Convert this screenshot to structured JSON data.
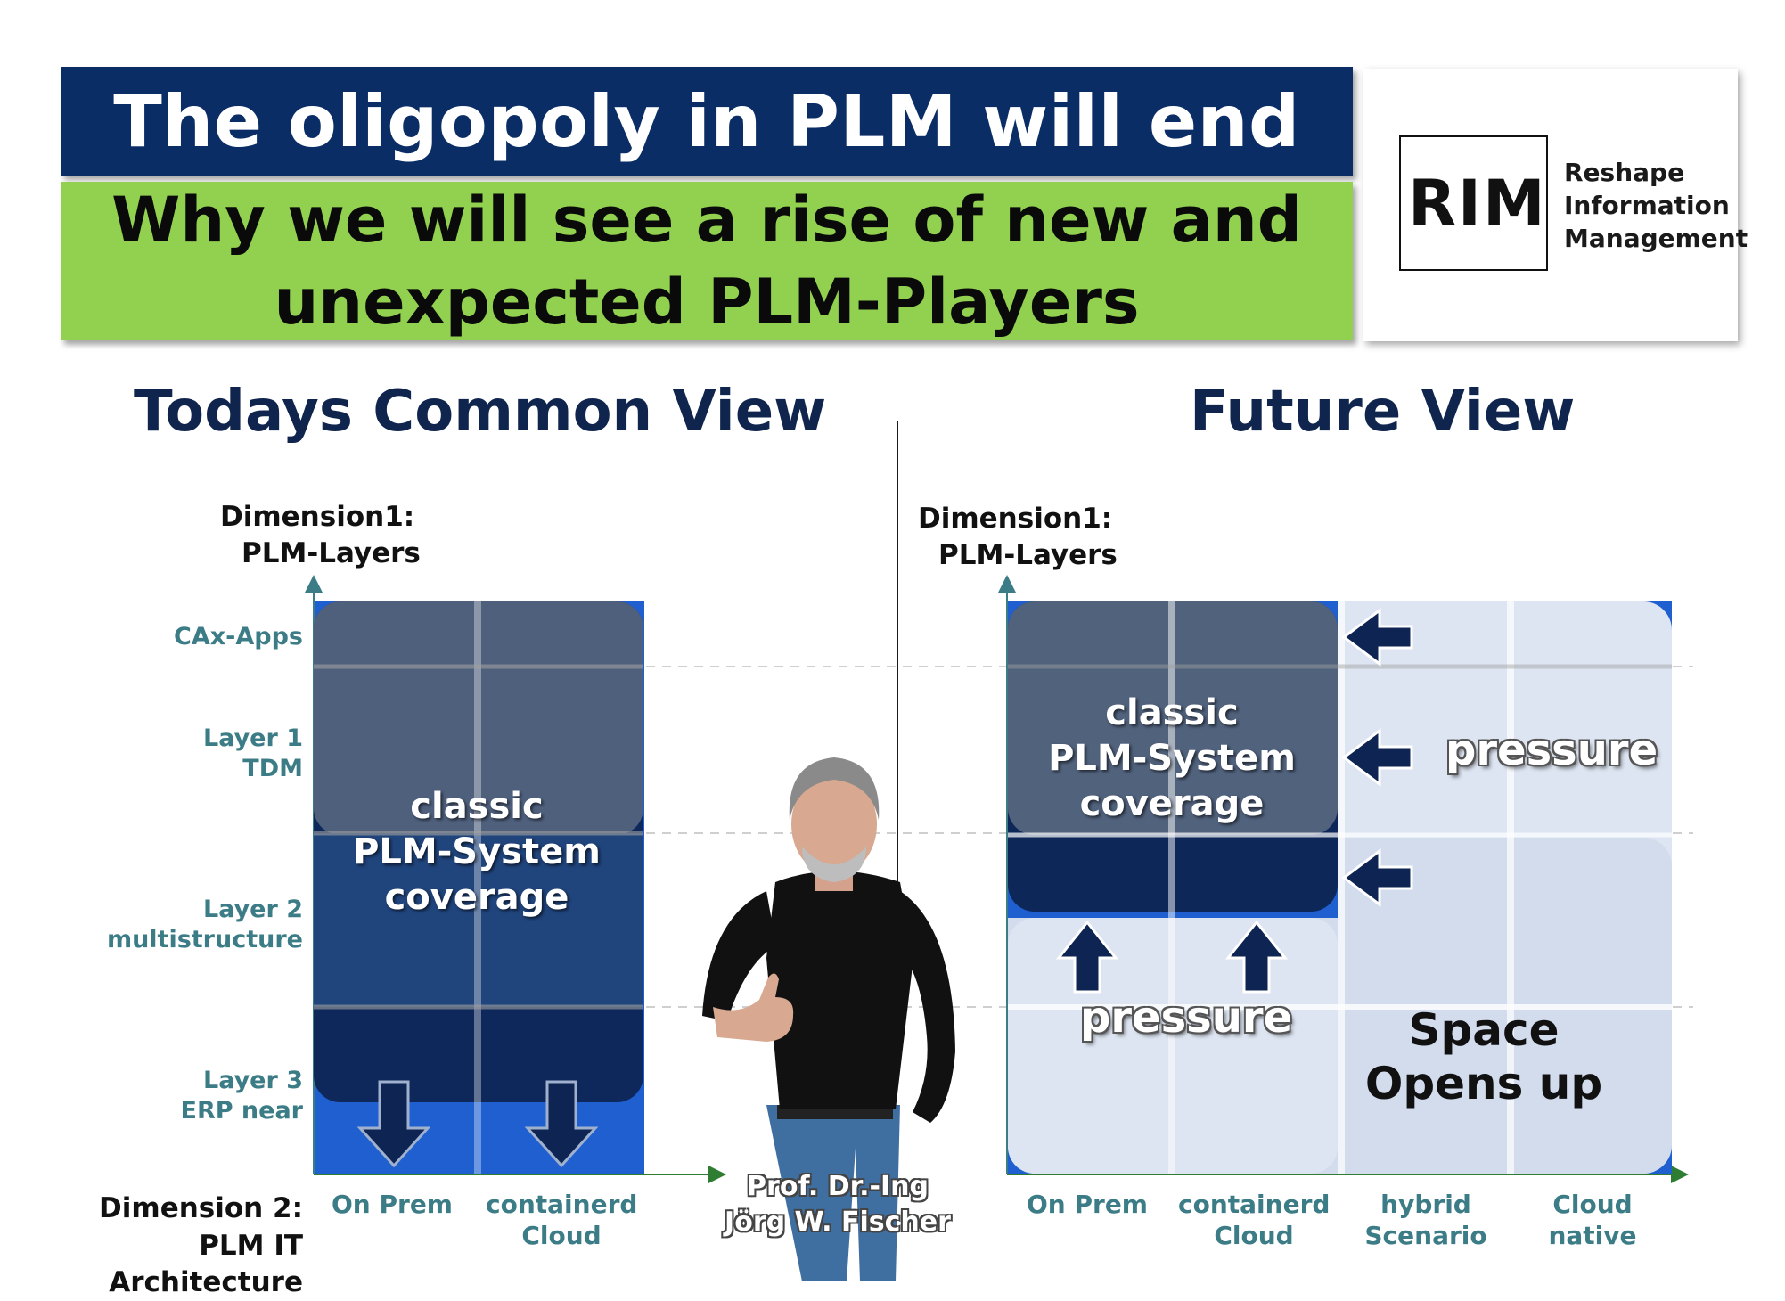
{
  "header": {
    "title": "The oligopoly in PLM will end",
    "subtitle_line1": "Why we will see a rise of new and",
    "subtitle_line2": "unexpected PLM-Players"
  },
  "logo": {
    "mark": "RIM",
    "line1": "Reshape",
    "line2": "Information",
    "line3": "Management"
  },
  "left": {
    "section_title": "Todays Common View",
    "y_axis_line1": "Dimension1:",
    "y_axis_line2": "PLM-Layers",
    "x_axis_line1": "Dimension 2:",
    "x_axis_line2": "PLM IT Architecture",
    "layers": {
      "cax": "CAx-Apps",
      "l1a": "Layer 1",
      "l1b": "TDM",
      "l2a": "Layer 2",
      "l2b": "multistructure",
      "l3a": "Layer 3",
      "l3b": "ERP near"
    },
    "columns": {
      "c1": "On Prem",
      "c2a": "containerd",
      "c2b": "Cloud"
    },
    "coverage_line1": "classic",
    "coverage_line2": "PLM-System",
    "coverage_line3": "coverage"
  },
  "right": {
    "section_title": "Future View",
    "y_axis_line1": "Dimension1:",
    "y_axis_line2": "PLM-Layers",
    "columns": {
      "c1": "On Prem",
      "c2a": "containerd",
      "c2b": "Cloud",
      "c3a": "hybrid",
      "c3b": "Scenario",
      "c4a": "Cloud",
      "c4b": "native"
    },
    "coverage_line1": "classic",
    "coverage_line2": "PLM-System",
    "coverage_line3": "coverage",
    "pressure_right": "pressure",
    "pressure_bottom": "pressure",
    "space_line1": "Space",
    "space_line2": "Opens up"
  },
  "person": {
    "name_line1": "Prof. Dr.-Ing",
    "name_line2": "Jörg W. Fischer"
  },
  "colors": {
    "navy": "#0b2d66",
    "green": "#92d050",
    "teal_label": "#3c7c86",
    "bright_blue": "#1f5fd0"
  }
}
